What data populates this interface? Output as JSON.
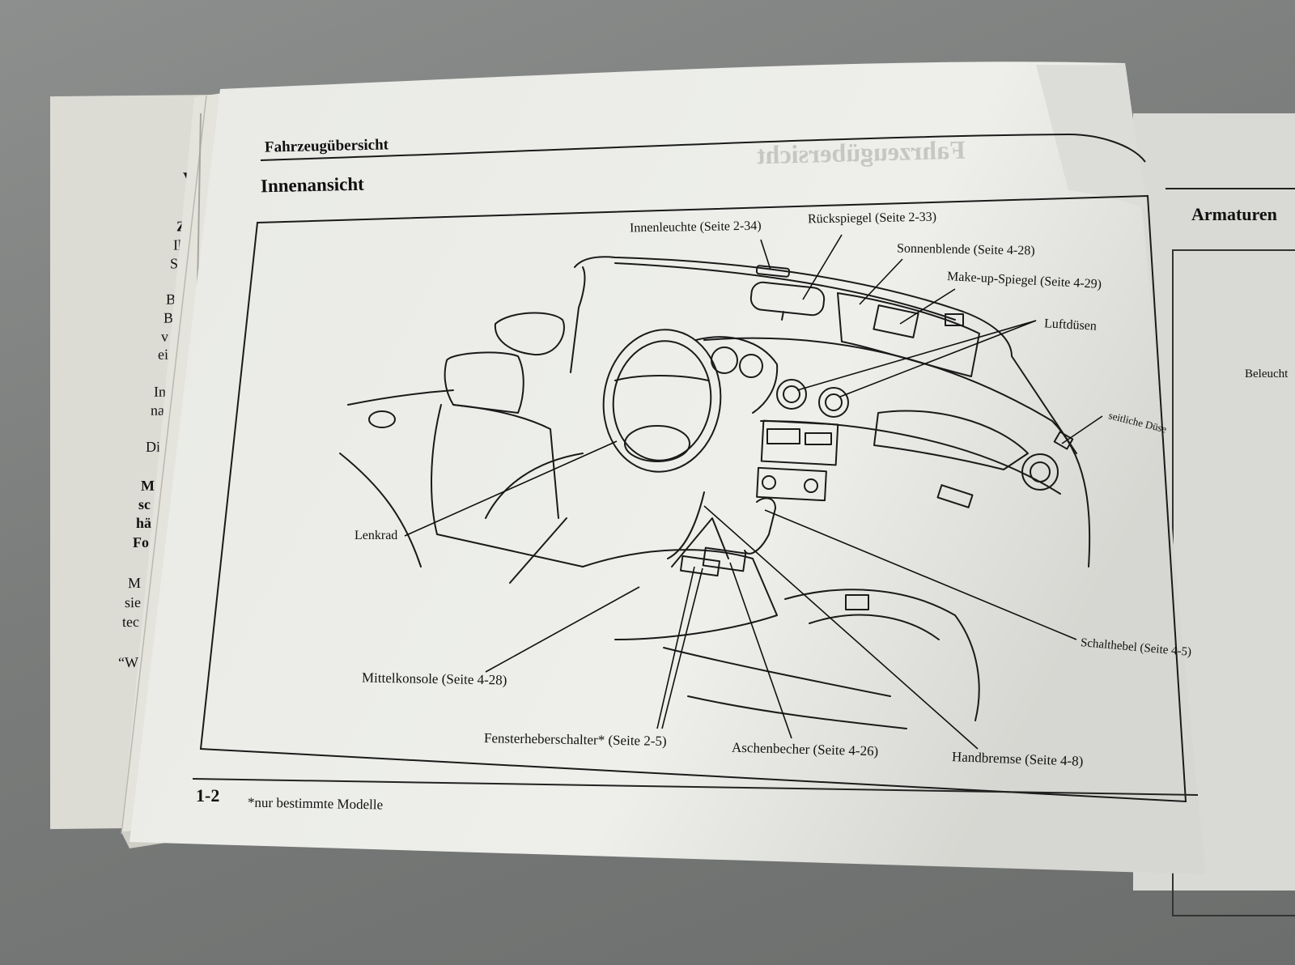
{
  "left_page": {
    "fragments": [
      "V",
      "Z",
      "Ih",
      "S",
      "B",
      "B",
      "v",
      "ei",
      "In",
      "na",
      "Di",
      "M",
      "sc",
      "hä",
      "Fo",
      "M",
      "sie",
      "tec",
      "“W"
    ]
  },
  "right_page": {
    "heading": "Armaturen",
    "label": "Beleucht"
  },
  "page": {
    "section_title": "Fahrzeugübersicht",
    "subtitle": "Innenansicht",
    "page_number": "1-2",
    "footnote": "*nur bestimmte Modelle",
    "show_through_heading": "Fahrzeugübersicht"
  },
  "diagram": {
    "labels": {
      "innenleuchte": "Innenleuchte (Seite 2-34)",
      "rueckspiegel": "Rückspiegel (Seite 2-33)",
      "sonnenblende": "Sonnenblende (Seite 4-28)",
      "makeup_spiegel": "Make-up-Spiegel (Seite 4-29)",
      "luftduesen": "Luftdüsen",
      "seitliche_duese": "seitliche Düse",
      "lenkrad": "Lenkrad",
      "schalthebel": "Schalthebel (Seite 4-5)",
      "mittelkonsole": "Mittelkonsole (Seite 4-28)",
      "fensterheberschalter": "Fensterheberschalter* (Seite 2-5)",
      "aschenbecher": "Aschenbecher (Seite 4-26)",
      "handbremse": "Handbremse (Seite 4-8)"
    }
  },
  "colors": {
    "paper": "#ecedea",
    "ink": "#141414",
    "background": "#7b7d7c"
  }
}
